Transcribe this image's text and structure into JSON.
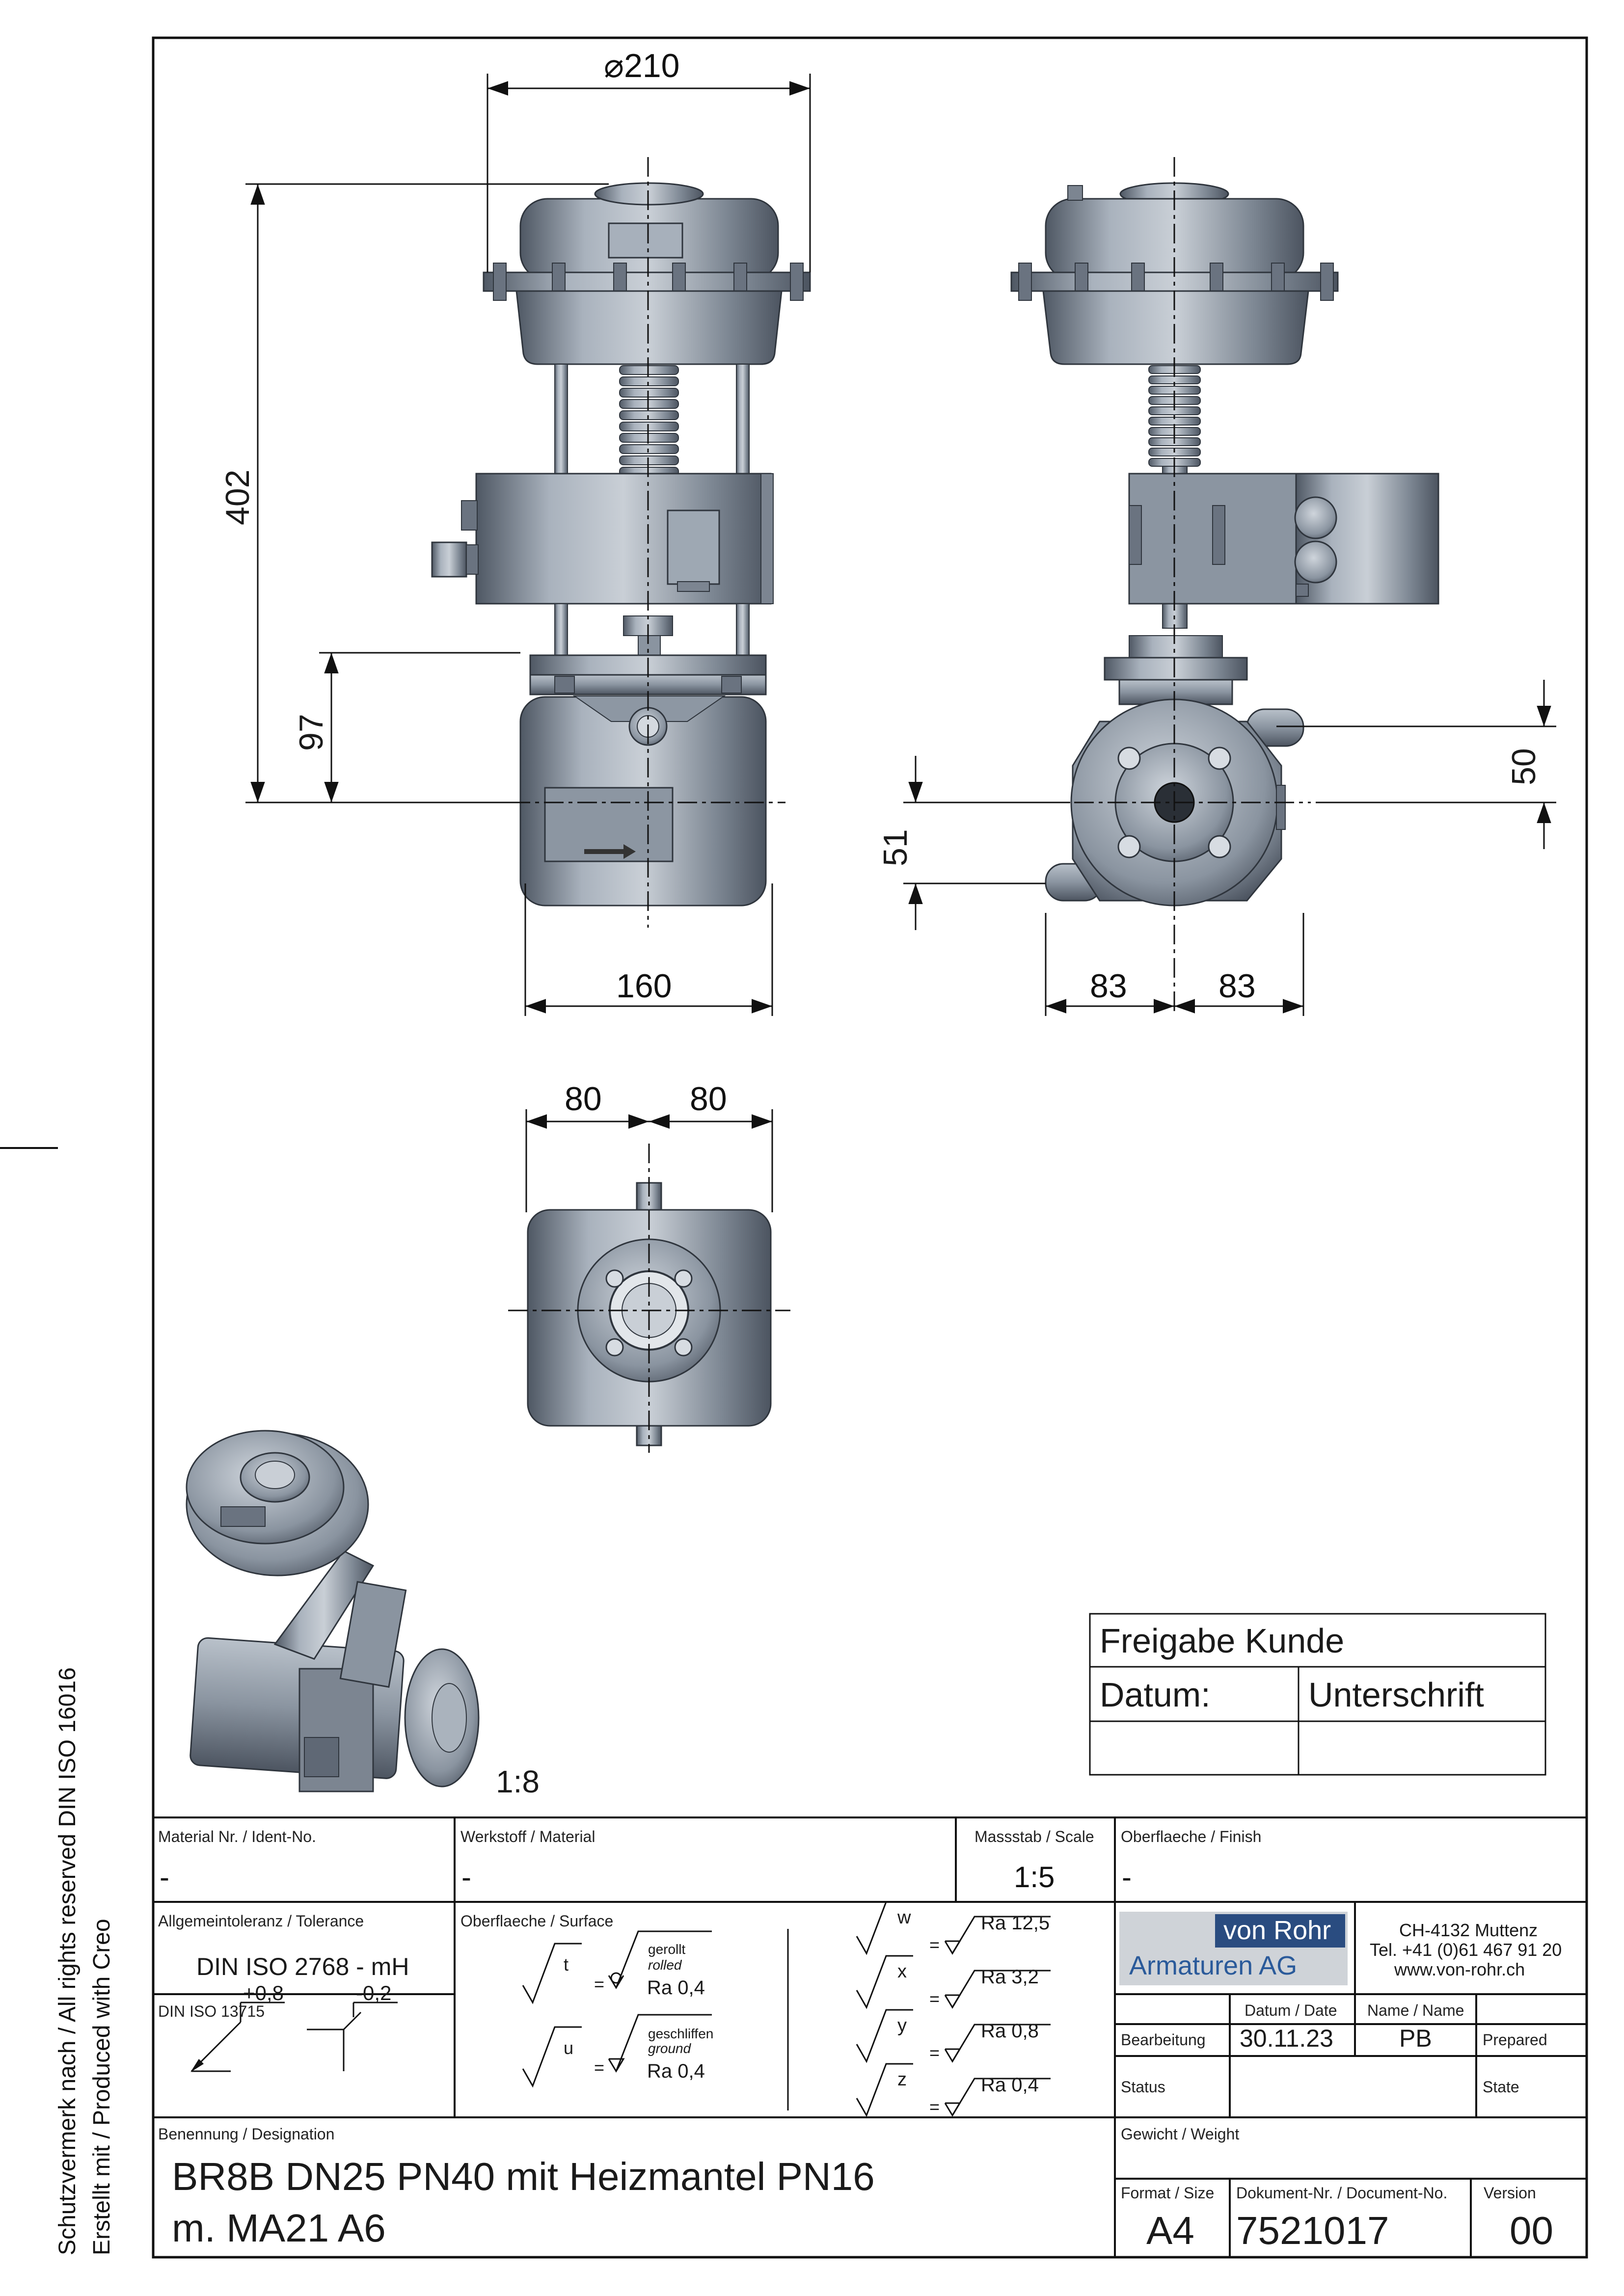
{
  "side_notes": {
    "copyright": "Schutzvermerk nach / All rights reserved DIN ISO 16016",
    "produced": "Erstellt mit / Produced with Creo"
  },
  "dimensions": {
    "diameter": "⌀210",
    "height_total": "402",
    "height_lower": "97",
    "width_body": "160",
    "offset_51": "51",
    "offset_50": "50",
    "half_left": "83",
    "half_right": "83",
    "bottom_left": "80",
    "bottom_right": "80"
  },
  "isometric_scale": "1:8",
  "approval": {
    "title": "Freigabe Kunde",
    "date_label": "Datum:",
    "signature_label": "Unterschrift"
  },
  "title_block": {
    "material_nr_label": "Material Nr. / Ident-No.",
    "material_nr_value": "-",
    "werkstoff_label": "Werkstoff / Material",
    "werkstoff_value": "-",
    "scale_label": "Massstab / Scale",
    "scale_value": "1:5",
    "finish_label": "Oberflaeche / Finish",
    "finish_value": "-",
    "tolerance_label": "Allgemeintoleranz / Tolerance",
    "tolerance_value": "DIN ISO 2768 - mH",
    "iso13715_label": "DIN ISO 13715",
    "edge_plus": "+0,8",
    "edge_minus": "-0,2",
    "surface_label": "Oberflaeche / Surface",
    "surface_t": "t",
    "surface_u": "u",
    "gerollt": "gerollt",
    "rolled": "rolled",
    "geschliffen": "geschliffen",
    "ground": "ground",
    "ra_t": "Ra 0,4",
    "ra_u": "Ra 0,4",
    "eq": "=",
    "rough": [
      {
        "letter": "w",
        "value": "Ra 12,5"
      },
      {
        "letter": "x",
        "value": "Ra 3,2"
      },
      {
        "letter": "y",
        "value": "Ra 0,8"
      },
      {
        "letter": "z",
        "value": "Ra 0,4"
      }
    ],
    "logo_top": "von Rohr",
    "logo_bottom": "Armaturen AG",
    "address_1": "CH-4132 Muttenz",
    "address_2": "Tel. +41 (0)61 467 91 20",
    "address_3": "www.von-rohr.ch",
    "date_header": "Datum / Date",
    "name_header": "Name / Name",
    "bearbeitung": "Bearbeitung",
    "bearbeitung_date": "30.11.23",
    "bearbeitung_name": "PB",
    "prepared": "Prepared",
    "status": "Status",
    "state": "State",
    "designation_label": "Benennung / Designation",
    "designation_line1": "BR8B DN25 PN40 mit Heizmantel PN16",
    "designation_line2": "m. MA21 A6",
    "weight_label": "Gewicht / Weight",
    "format_label": "Format / Size",
    "format_value": "A4",
    "doc_label": "Dokument-Nr. / Document-No.",
    "doc_value": "7521017",
    "version_label": "Version",
    "version_value": "00"
  },
  "colors": {
    "line": "#111111",
    "metal_dark": "#5b6470",
    "metal_mid": "#8c96a2",
    "metal_light": "#c6ccd4",
    "logo_blue": "#2a4c80",
    "logo_text_blue": "#2a5a9a",
    "logo_grey": "#cfd3d8"
  }
}
